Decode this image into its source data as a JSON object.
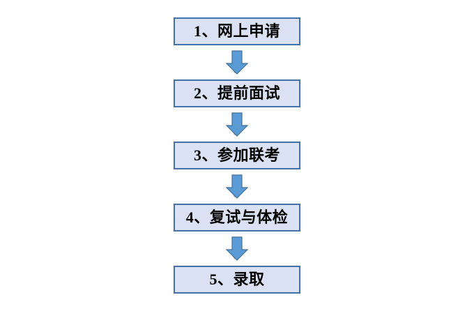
{
  "diagram": {
    "title": "",
    "background_color": "#ffffff",
    "node_fill": "#d9e1f2",
    "node_border": "#4472a8",
    "node_text_color": "#000000",
    "arrow_fill": "#5b9bd5",
    "arrow_border": "#41719c",
    "arrow_shadow": "#808080",
    "orientation": "vertical-top-to-bottom",
    "nodes": [
      {
        "label": "1、网上申请"
      },
      {
        "label": "2、提前面试"
      },
      {
        "label": "3、参加联考"
      },
      {
        "label": "4、复试与体检"
      },
      {
        "label": "5、录取"
      }
    ],
    "connectors": [
      {
        "icon": "arrow-down-icon",
        "from": "1、网上申请",
        "to": "2、提前面试"
      },
      {
        "icon": "arrow-down-icon",
        "from": "2、提前面试",
        "to": "3、参加联考"
      },
      {
        "icon": "arrow-down-icon",
        "from": "3、参加联考",
        "to": "4、复试与体检"
      },
      {
        "icon": "arrow-down-icon",
        "from": "4、复试与体检",
        "to": "5、录取"
      }
    ]
  }
}
